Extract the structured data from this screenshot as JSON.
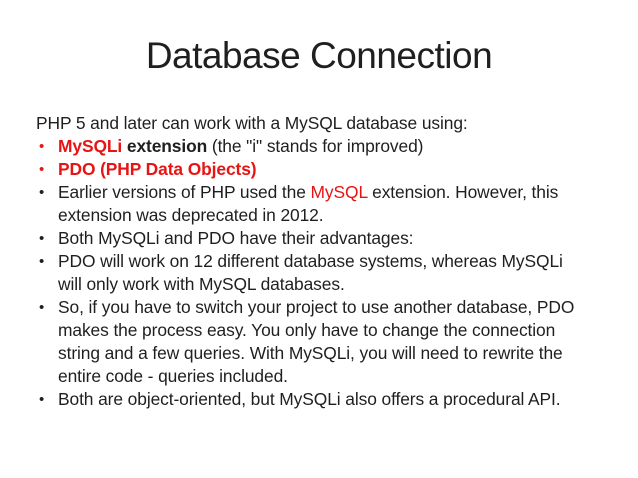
{
  "slide": {
    "title": "Database Connection",
    "colors": {
      "accent_red": "#e81414",
      "text": "#1f1f1f",
      "background": "#ffffff"
    },
    "body": {
      "intro": "PHP 5 and later can work with a MySQL database using:",
      "bullets": [
        {
          "bullet_color": "red",
          "lines": [
            [
              {
                "text": "MySQLi",
                "style": "red-bold"
              },
              {
                "text": " extension",
                "style": "bold"
              },
              {
                "text": " (the \"i\" stands for improved)",
                "style": "plain"
              }
            ]
          ]
        },
        {
          "bullet_color": "red",
          "lines": [
            [
              {
                "text": "PDO (PHP Data Objects)",
                "style": "red-bold"
              }
            ]
          ]
        },
        {
          "bullet_color": "black",
          "lines": [
            [
              {
                "text": "Earlier versions of PHP used the ",
                "style": "plain"
              },
              {
                "text": "MySQL",
                "style": "red"
              },
              {
                "text": " extension. However, this",
                "style": "plain"
              }
            ],
            [
              {
                "text": "extension was deprecated in 2012.",
                "style": "plain"
              }
            ]
          ]
        },
        {
          "bullet_color": "black",
          "lines": [
            [
              {
                "text": "Both MySQLi and PDO have their advantages:",
                "style": "plain"
              }
            ]
          ]
        },
        {
          "bullet_color": "black",
          "lines": [
            [
              {
                "text": "PDO will work on 12 different database systems, whereas MySQLi",
                "style": "plain"
              }
            ],
            [
              {
                "text": "will only work with MySQL databases.",
                "style": "plain"
              }
            ]
          ]
        },
        {
          "bullet_color": "black",
          "lines": [
            [
              {
                "text": "So, if you have to switch your project to use another database, PDO",
                "style": "plain"
              }
            ],
            [
              {
                "text": "makes the process easy. You only have to change the connection",
                "style": "plain"
              }
            ],
            [
              {
                "text": "string and a few queries. With MySQLi, you will need to rewrite the",
                "style": "plain"
              }
            ],
            [
              {
                "text": "entire code - queries included.",
                "style": "plain"
              }
            ]
          ]
        },
        {
          "bullet_color": "black",
          "lines": [
            [
              {
                "text": "Both are object-oriented, but MySQLi also offers a procedural API.",
                "style": "plain"
              }
            ]
          ]
        }
      ]
    }
  }
}
